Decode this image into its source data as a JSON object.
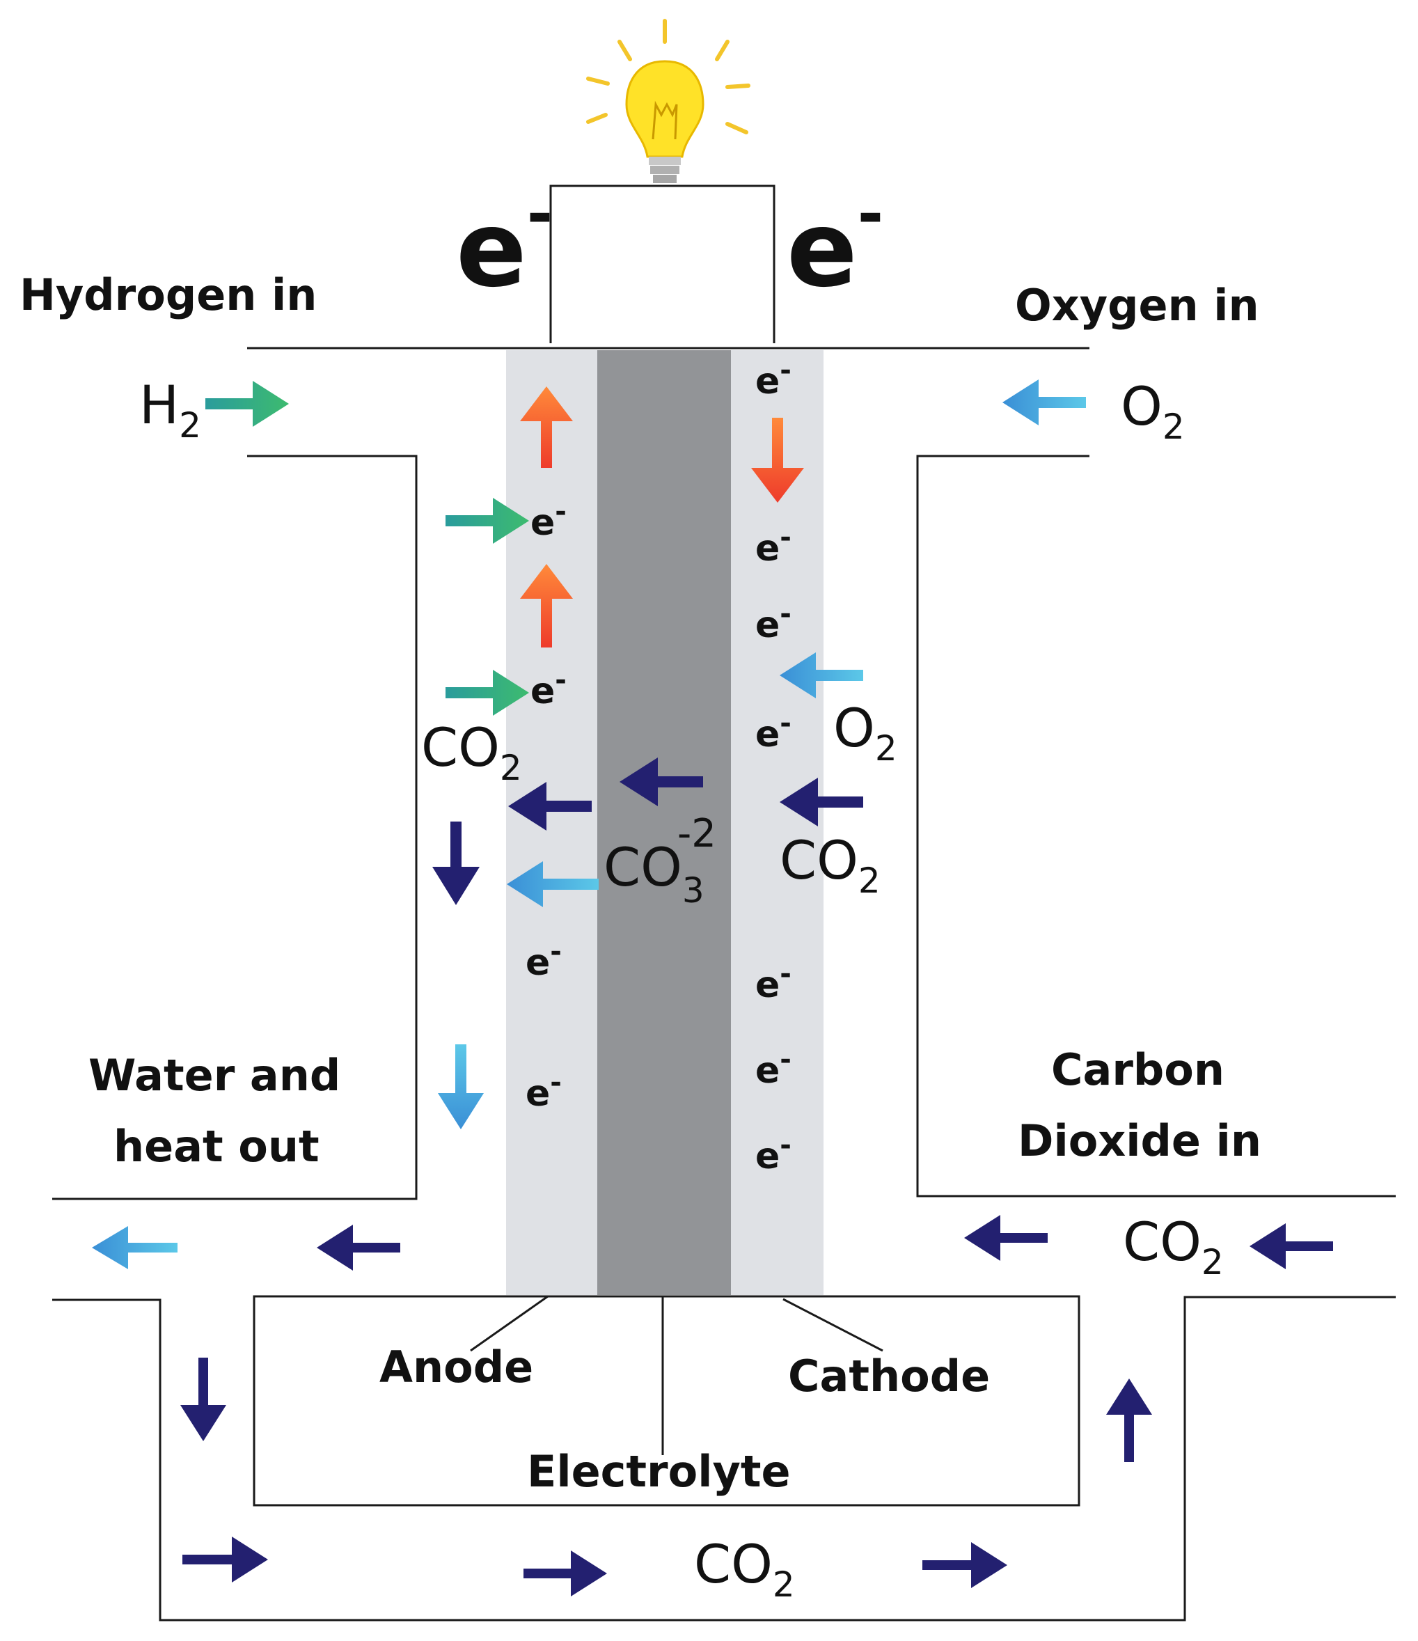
{
  "labels": {
    "hydrogen_in": "Hydrogen in",
    "oxygen_in": "Oxygen in",
    "water_heat_out_1": "Water and",
    "water_heat_out_2": "heat out",
    "carbon_dioxide_in_1": "Carbon",
    "carbon_dioxide_in_2": "Dioxide in",
    "anode": "Anode",
    "cathode": "Cathode",
    "electrolyte": "Electrolyte"
  },
  "chem": {
    "H": "H",
    "two": "2",
    "O": "O",
    "CO": "CO",
    "three": "3",
    "carbonate_charge": "-2",
    "e": "e",
    "minus": "-"
  },
  "colors": {
    "electrode": "#dfe1e5",
    "electrolyte": "#929497",
    "navy": "#232070",
    "green": "#3dbb6f",
    "teal": "#2a9c9c",
    "blue": "#3a8fd6",
    "cyan": "#5cc8e8",
    "orange": "#ff8a3a",
    "red": "#ee3b2b",
    "bulb": "#ffe228",
    "bulb_rays": "#f3c52b",
    "bulb_base": "#bfbfbf"
  },
  "icons": [
    "light-bulb-icon",
    "arrow-icon"
  ]
}
